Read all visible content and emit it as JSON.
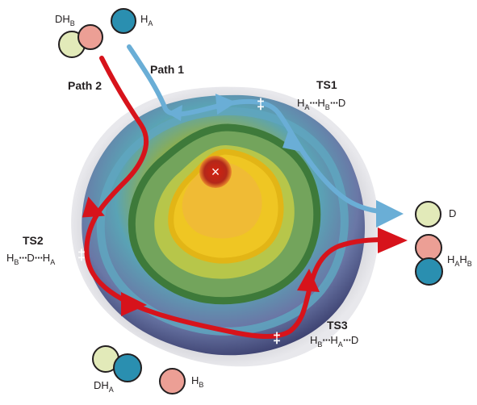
{
  "colors": {
    "atom_d": "#e2eab9",
    "atom_ha": "#2a8fb0",
    "atom_hb": "#ec9f95",
    "path1": "#6aaed6",
    "path2": "#d7131b",
    "outer_glow": "#b0b0b8",
    "surface_outer": "#7a7fa8",
    "surface_mid": "#5fa6c0",
    "contour_green": "#3e7a3a",
    "contour_yellow": "#e8c31a",
    "peak": "#cc2a10"
  },
  "labels": {
    "path1": "Path 1",
    "path2": "Path 2",
    "ts1_title": "TS1",
    "ts2_title": "TS2",
    "ts3_title": "TS3",
    "ts_mark": "‡",
    "peak_mark": "×",
    "dots": "···"
  },
  "species": {
    "dhb": {
      "main": "DH",
      "sub": "B"
    },
    "ha_top": {
      "main": "H",
      "sub": "A"
    },
    "d_out": {
      "main": "D"
    },
    "hahb": {
      "a": "H",
      "a_sub": "A",
      "b": "H",
      "b_sub": "B"
    },
    "dha": {
      "main": "DH",
      "sub": "A"
    },
    "hb_bottom": {
      "main": "H",
      "sub": "B"
    }
  },
  "ts": {
    "ts1": {
      "a": "H",
      "a_sub": "A",
      "b": "H",
      "b_sub": "B",
      "c": "D"
    },
    "ts2": {
      "a": "H",
      "a_sub": "B",
      "b": "D",
      "c": "H",
      "c_sub": "A"
    },
    "ts3": {
      "a": "H",
      "a_sub": "B",
      "b": "H",
      "b_sub": "A",
      "c": "D"
    }
  }
}
